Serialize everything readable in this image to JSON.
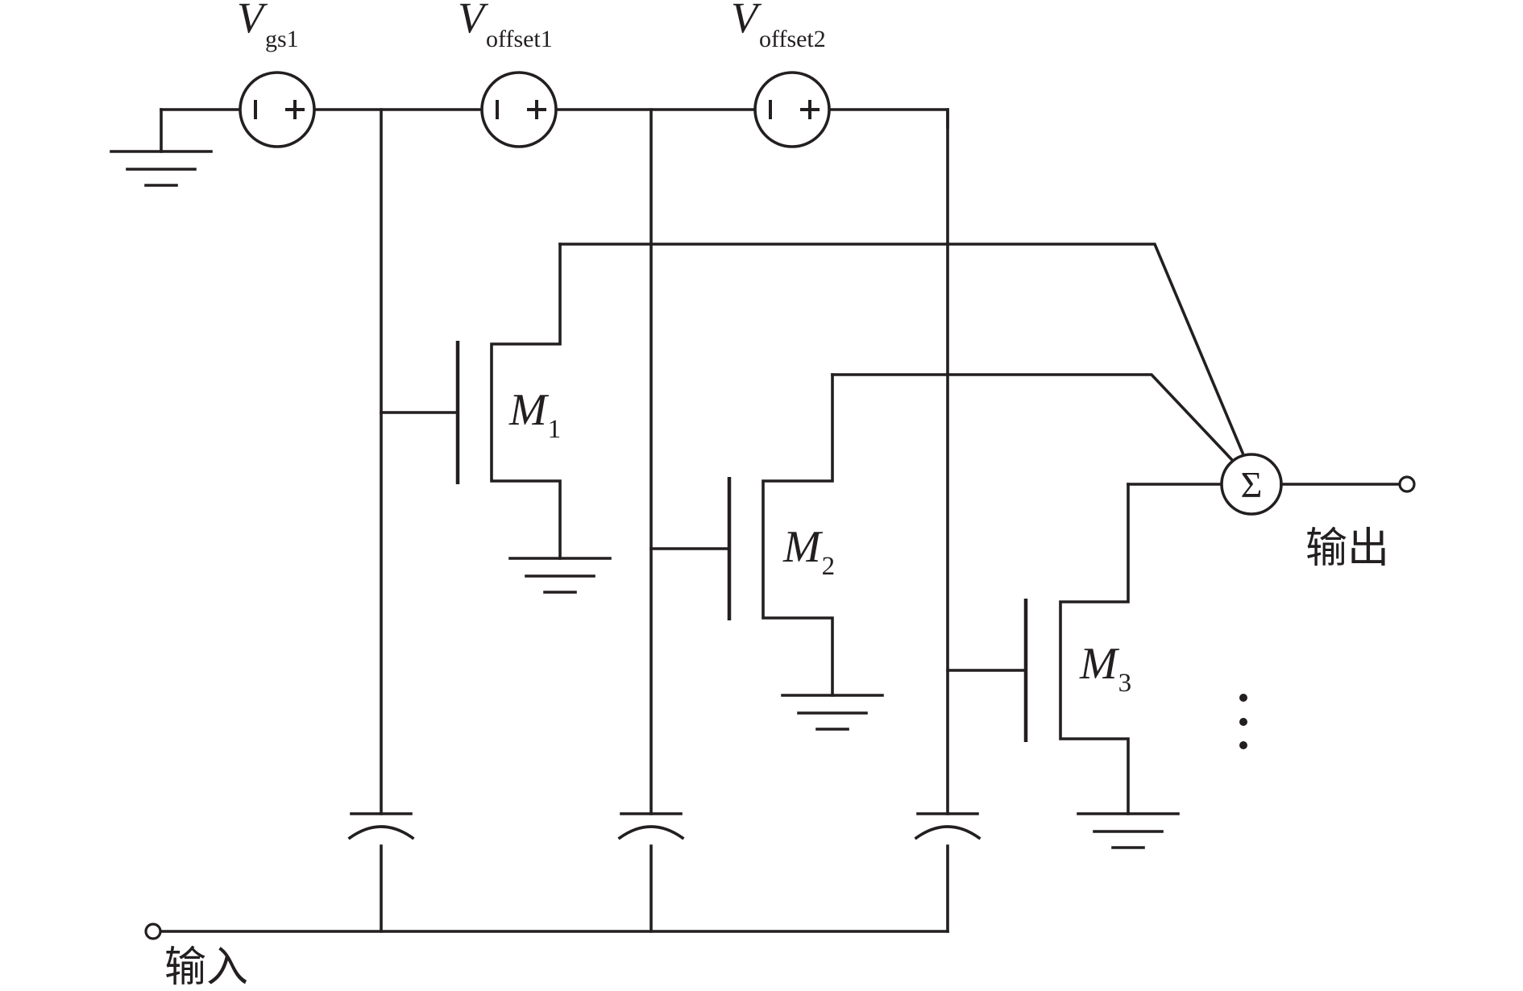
{
  "sources": [
    {
      "symbol": "V",
      "subscript": "gs1"
    },
    {
      "symbol": "V",
      "subscript": "offset1"
    },
    {
      "symbol": "V",
      "subscript": "offset2"
    }
  ],
  "transistors": [
    {
      "symbol": "M",
      "subscript": "1"
    },
    {
      "symbol": "M",
      "subscript": "2"
    },
    {
      "symbol": "M",
      "subscript": "3"
    }
  ],
  "summer": {
    "symbol": "Σ"
  },
  "input_label": "输入",
  "output_label": "输出",
  "colors": {
    "ink": "#231f20",
    "background": "#ffffff"
  }
}
